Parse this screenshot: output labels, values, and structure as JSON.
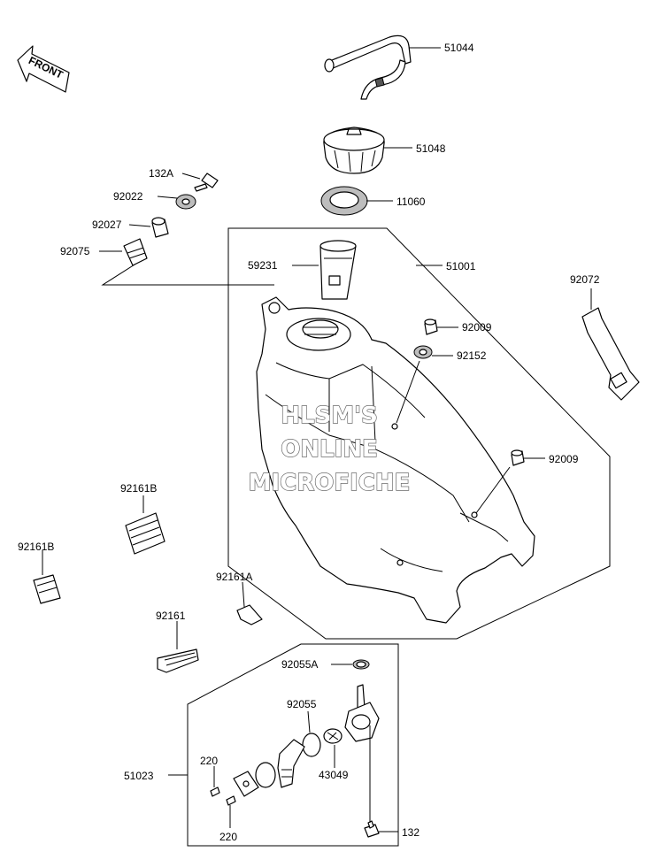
{
  "front_arrow": {
    "text": "FRONT"
  },
  "watermark": {
    "line1": "HLSM'S",
    "line2": "ONLINE",
    "line3": "MICROFICHE"
  },
  "parts": {
    "p51044": "51044",
    "p51048": "51048",
    "p11060": "11060",
    "p132A": "132A",
    "p92022": "92022",
    "p92027": "92027",
    "p92075": "92075",
    "p59231": "59231",
    "p51001": "51001",
    "p92072": "92072",
    "p92009a": "92009",
    "p92152": "92152",
    "p92009b": "92009",
    "p92161B_a": "92161B",
    "p92161B_b": "92161B",
    "p92161A": "92161A",
    "p92161": "92161",
    "p92055A": "92055A",
    "p92055": "92055",
    "p51023": "51023",
    "p220a": "220",
    "p43049": "43049",
    "p220b": "220",
    "p132": "132"
  }
}
